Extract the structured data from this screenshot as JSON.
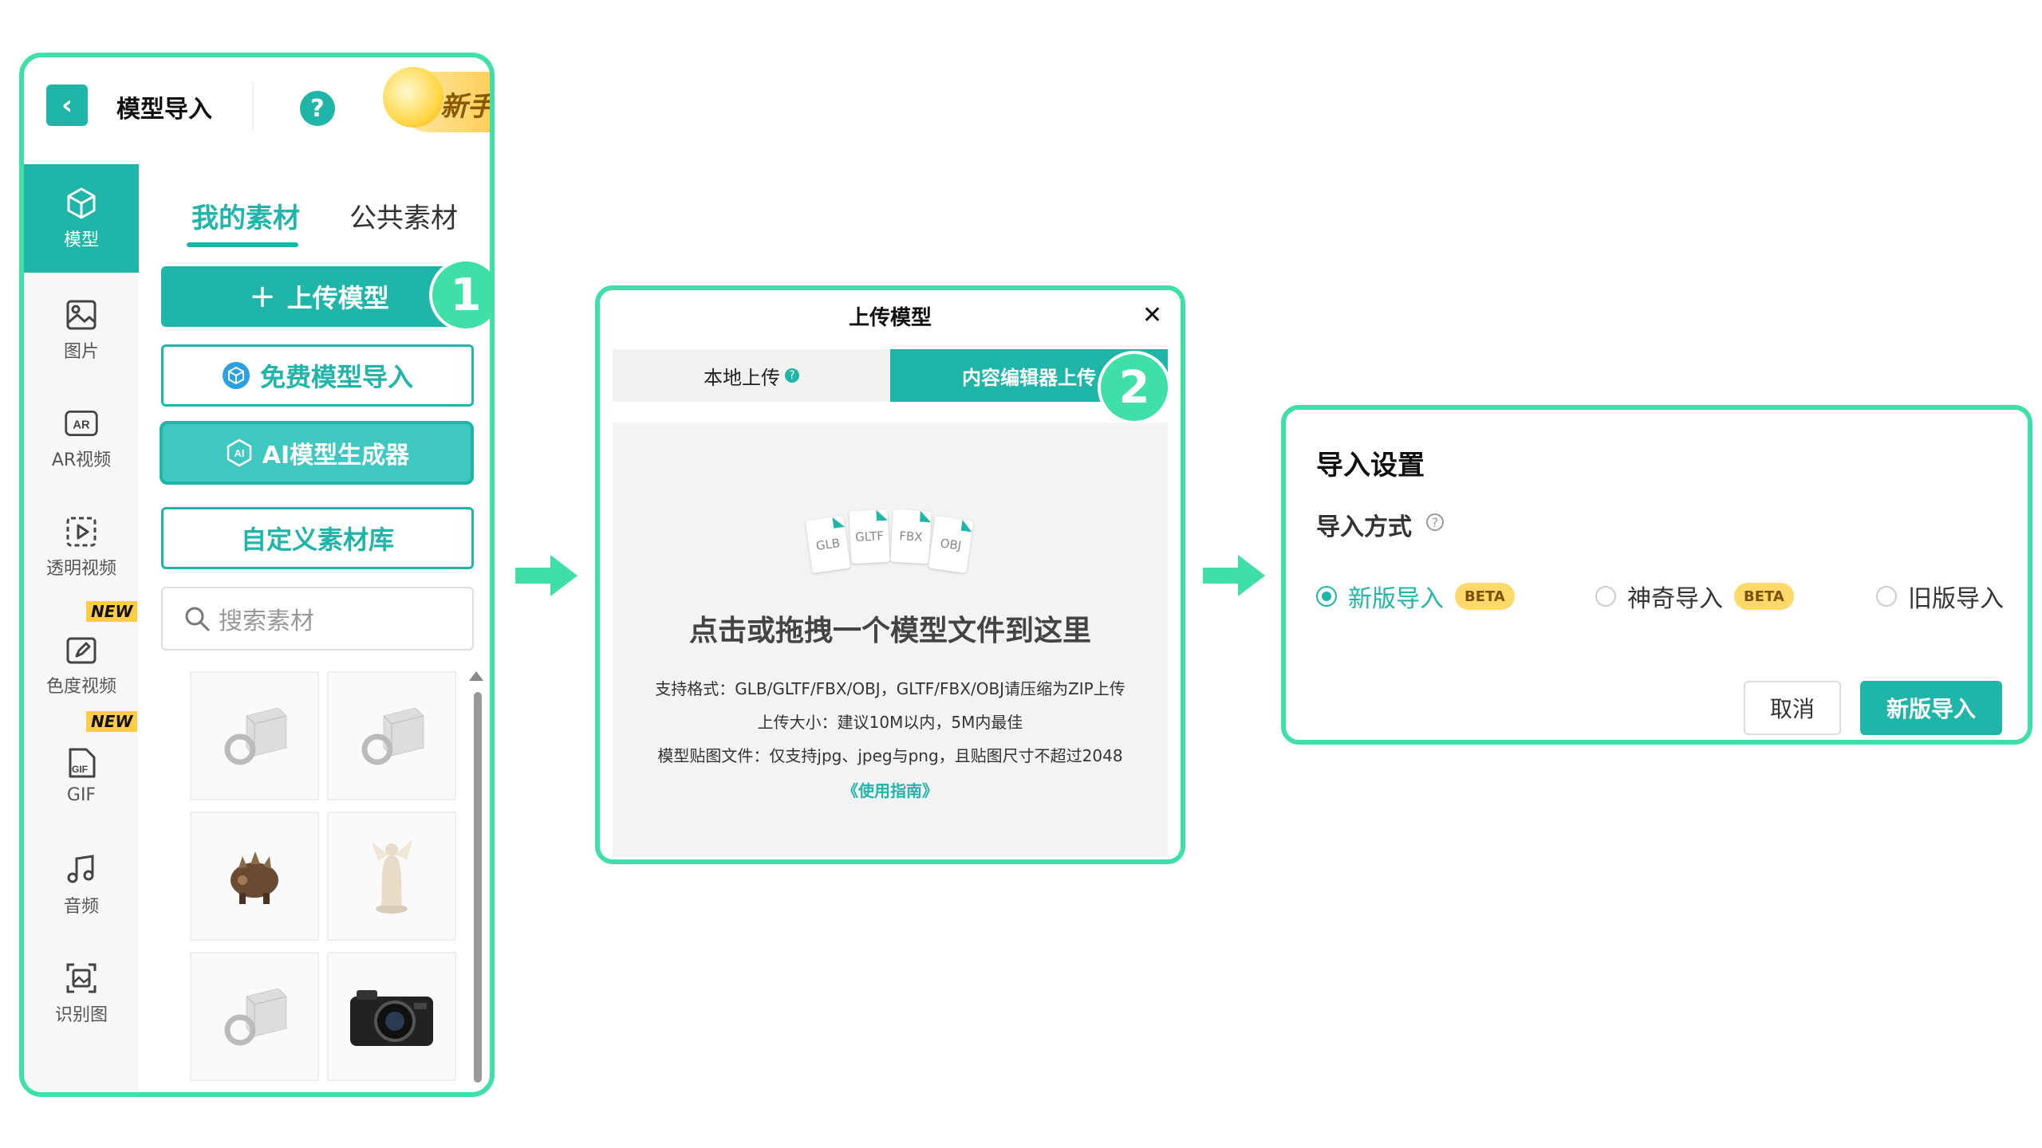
{
  "panel1": {
    "title": "模型导入",
    "newbie": "新手引",
    "sidebar": [
      {
        "label": "模型",
        "icon": "cube-icon"
      },
      {
        "label": "图片",
        "icon": "image-icon"
      },
      {
        "label": "AR视频",
        "icon": "ar-icon"
      },
      {
        "label": "透明视频",
        "icon": "transparent-video-icon"
      },
      {
        "label": "色度视频",
        "icon": "chroma-video-icon",
        "tag": "NEW"
      },
      {
        "label": "GIF",
        "icon": "gif-icon",
        "tag": "NEW"
      },
      {
        "label": "音频",
        "icon": "music-icon"
      },
      {
        "label": "识别图",
        "icon": "scan-image-icon"
      }
    ],
    "tabs": {
      "mine": "我的素材",
      "public": "公共素材"
    },
    "buttons": {
      "upload": "上传模型",
      "free_import": "免费模型导入",
      "ai_generator": "AI模型生成器",
      "custom_library": "自定义素材库"
    },
    "search_placeholder": "搜索素材",
    "thumbnails": [
      "placeholder-model",
      "placeholder-model",
      "creature-model",
      "statue-model",
      "placeholder-model",
      "camera-model"
    ],
    "step_marker": "1"
  },
  "panel2": {
    "title": "上传模型",
    "tab_local": "本地上传",
    "tab_editor": "内容编辑器上传",
    "file_types": [
      "GLB",
      "GLTF",
      "FBX",
      "OBJ"
    ],
    "drop_title": "点击或拖拽一个模型文件到这里",
    "formats": "支持格式：GLB/GLTF/FBX/OBJ，GLTF/FBX/OBJ请压缩为ZIP上传",
    "size": "上传大小：建议10M以内，5M内最佳",
    "textures": "模型贴图文件：仅支持jpg、jpeg与png，且贴图尺寸不超过2048",
    "guide": "《使用指南》",
    "step_marker": "2"
  },
  "panel3": {
    "title": "导入设置",
    "mode_label": "导入方式",
    "hint": "?",
    "options": [
      {
        "label": "新版导入",
        "badge": "BETA",
        "selected": true
      },
      {
        "label": "神奇导入",
        "badge": "BETA",
        "selected": false
      },
      {
        "label": "旧版导入",
        "badge": "",
        "selected": false
      }
    ],
    "cancel": "取消",
    "confirm": "新版导入"
  },
  "colors": {
    "accent": "#1fb5a8",
    "highlight": "#3ee0a8",
    "beta": "#ffd96a"
  }
}
